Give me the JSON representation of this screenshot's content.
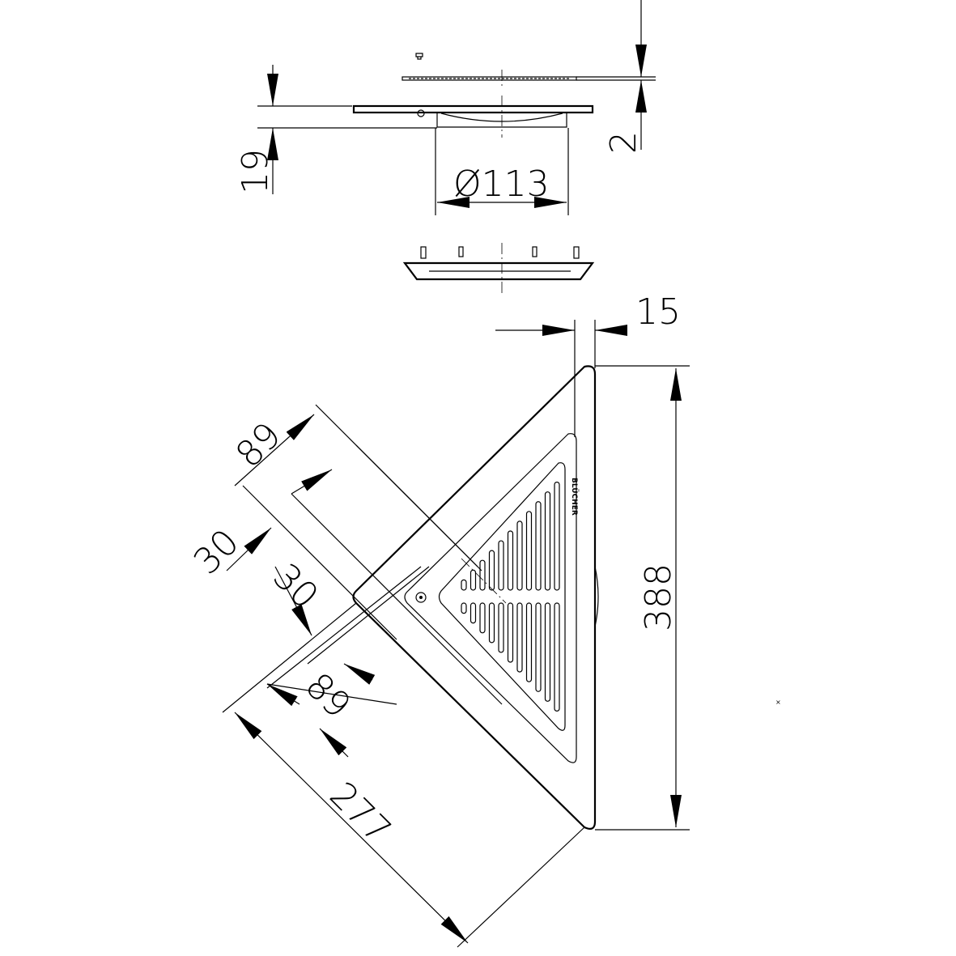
{
  "drawing": {
    "dimensions": {
      "height_total": "19",
      "grate_thickness": "2",
      "outlet_diameter": "Ø113",
      "side_offset": "15",
      "edge_length": "388",
      "hyp_length": "277",
      "upper_distance": "89",
      "upper_gap": "30",
      "lower_gap": "30",
      "lower_distance": "89"
    },
    "logo_text": "BLÜCHER",
    "colors": {
      "line": "#000000",
      "background": "#ffffff"
    }
  }
}
